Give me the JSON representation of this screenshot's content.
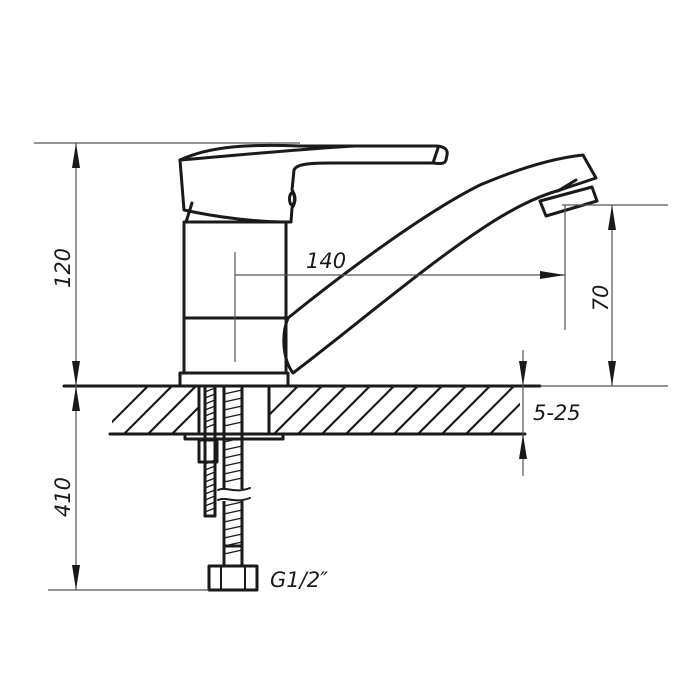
{
  "drawing": {
    "subject": "single-lever kitchen faucet technical drawing",
    "line_color": "#1a1a1a",
    "dim_line_color": "#555555",
    "background": "#ffffff"
  },
  "dimensions": {
    "total_height": "120",
    "spout_reach": "140",
    "spout_height": "70",
    "counter_thickness": "5-25",
    "hose_length": "410",
    "connection_thread": "G1/2″"
  }
}
